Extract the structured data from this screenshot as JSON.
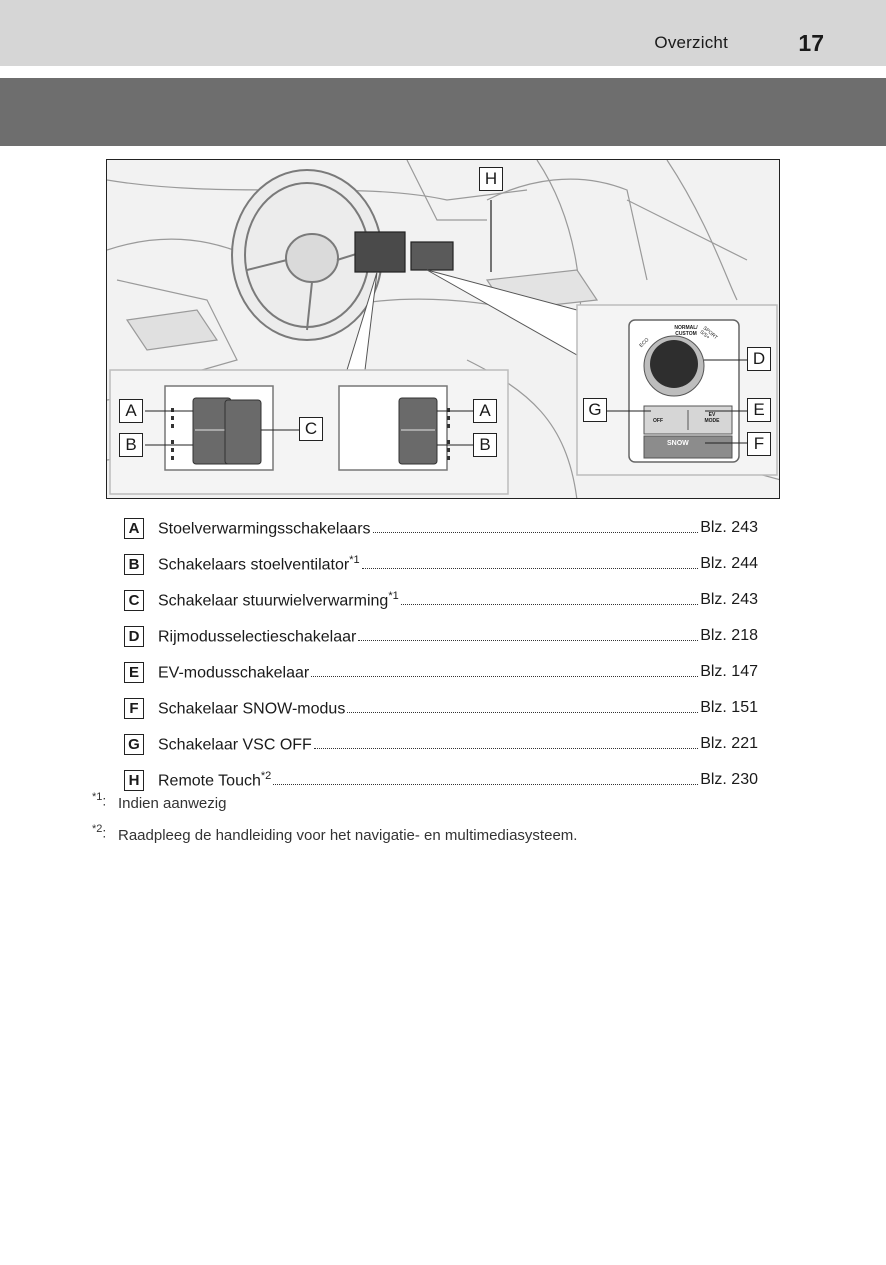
{
  "header": {
    "section_title": "Overzicht",
    "page_number": "17"
  },
  "figure": {
    "callouts": {
      "A_left": "A",
      "B_left": "B",
      "C": "C",
      "A_right": "A",
      "B_right": "B",
      "D": "D",
      "E": "E",
      "F": "F",
      "G": "G",
      "H": "H"
    },
    "dial_label": "NORMAL/ CUSTOM",
    "dial_eco": "ECO",
    "dial_sport": "SPORT S/S+",
    "ev_label": "EV MODE",
    "snow_label": "SNOW",
    "vsc_label": "OFF"
  },
  "legend": [
    {
      "letter": "A",
      "label": "Stoelverwarmingsschakelaars",
      "sup": "",
      "page": "Blz. 243"
    },
    {
      "letter": "B",
      "label": "Schakelaars stoelventilator",
      "sup": "*1",
      "page": "Blz. 244"
    },
    {
      "letter": "C",
      "label": "Schakelaar stuurwielverwarming",
      "sup": "*1",
      "page": "Blz. 243"
    },
    {
      "letter": "D",
      "label": "Rijmodusselectieschakelaar",
      "sup": "",
      "page": "Blz. 218"
    },
    {
      "letter": "E",
      "label": "EV-modusschakelaar",
      "sup": "",
      "page": "Blz. 147"
    },
    {
      "letter": "F",
      "label": "Schakelaar SNOW-modus",
      "sup": "",
      "page": "Blz. 151"
    },
    {
      "letter": "G",
      "label": "Schakelaar VSC OFF",
      "sup": "",
      "page": "Blz. 221"
    },
    {
      "letter": "H",
      "label": "Remote Touch",
      "sup": "*2",
      "page": "Blz. 230"
    }
  ],
  "footnotes": [
    {
      "mark": "*1",
      "text": "Indien aanwezig"
    },
    {
      "mark": "*2",
      "text": "Raadpleeg de handleiding voor het navigatie- en multimediasysteem."
    }
  ]
}
